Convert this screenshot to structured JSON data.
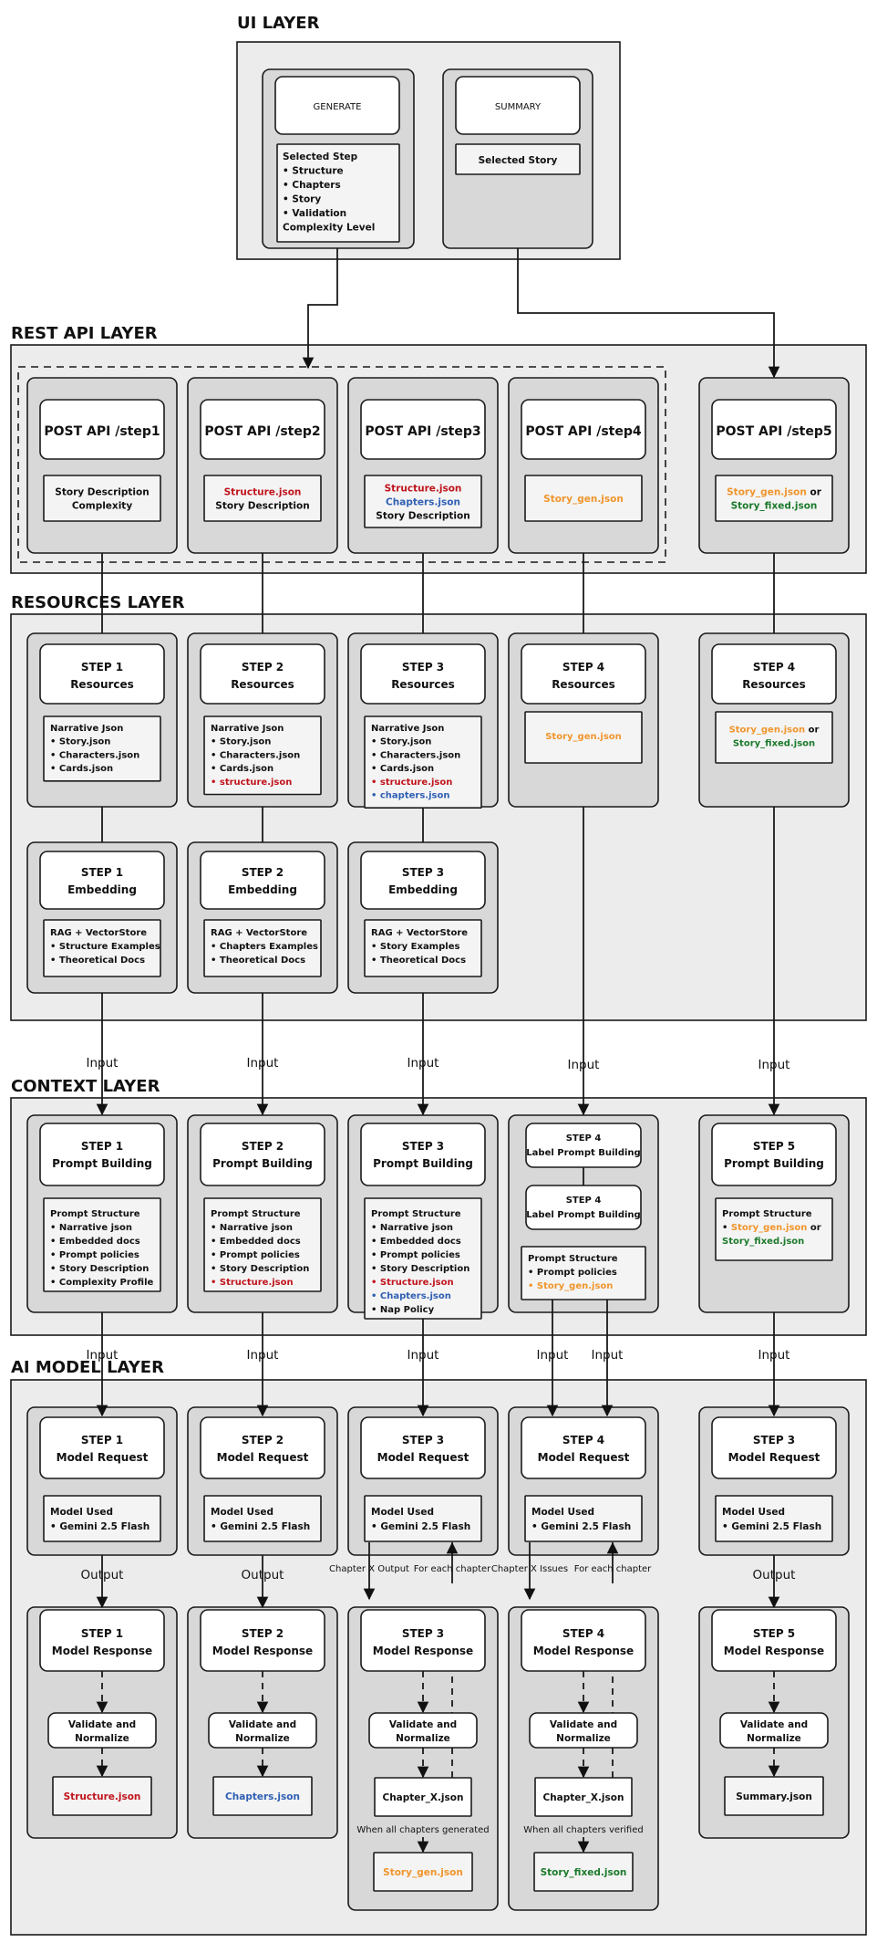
{
  "layers": {
    "ui": "UI LAYER",
    "rest": "REST API LAYER",
    "resources": "RESOURCES LAYER",
    "context": "CONTEXT LAYER",
    "ai": "AI MODEL LAYER"
  },
  "ui": {
    "generate": "GENERATE",
    "summary": "SUMMARY",
    "generate_panel": [
      "Selected Step",
      "•  Structure",
      "•  Chapters",
      "•  Story",
      "•  Validation",
      "Complexity Level"
    ],
    "summary_panel": [
      "Selected Story"
    ]
  },
  "edge_labels": {
    "input": "Input",
    "output": "Output",
    "chapter_x_output": "Chapter X Output",
    "for_each_chapter": "For each chapter",
    "chapter_x_issues": "Chapter X Issues",
    "all_generated": "When all chapters generated",
    "all_verified": "When all chapters verified"
  },
  "columns": [
    {
      "api": "POST API /step1",
      "api_params": [
        [
          {
            "t": "Story Description",
            "c": "dark"
          }
        ],
        [
          {
            "t": "Complexity",
            "c": "dark"
          }
        ]
      ],
      "resources": [
        "STEP 1",
        "Resources"
      ],
      "resources_list": [
        [
          {
            "t": "Narrative Json",
            "c": "dark"
          }
        ],
        [
          {
            "t": "•  Story.json",
            "c": "dark"
          }
        ],
        [
          {
            "t": "•  Characters.json",
            "c": "dark"
          }
        ],
        [
          {
            "t": "•  Cards.json",
            "c": "dark"
          }
        ]
      ],
      "embedding": [
        "STEP 1",
        "Embedding"
      ],
      "embedding_list": [
        [
          {
            "t": "RAG + VectorStore",
            "c": "dark"
          }
        ],
        [
          {
            "t": "•  Structure Examples",
            "c": "dark"
          }
        ],
        [
          {
            "t": "•  Theoretical Docs",
            "c": "dark"
          }
        ]
      ],
      "prompt": [
        "STEP 1",
        "Prompt Building"
      ],
      "prompt_list": [
        [
          {
            "t": "Prompt Structure",
            "c": "dark"
          }
        ],
        [
          {
            "t": "•  Narrative json",
            "c": "dark"
          }
        ],
        [
          {
            "t": "•  Embedded docs",
            "c": "dark"
          }
        ],
        [
          {
            "t": "•  Prompt policies",
            "c": "dark"
          }
        ],
        [
          {
            "t": "•  Story Description",
            "c": "dark"
          }
        ],
        [
          {
            "t": "•  Complexity Profile",
            "c": "dark"
          }
        ]
      ],
      "request": [
        "STEP 1",
        "Model Request"
      ],
      "model": [
        [
          {
            "t": "Model Used",
            "c": "dark"
          }
        ],
        [
          {
            "t": "•  Gemini 2.5 Flash",
            "c": "dark"
          }
        ]
      ],
      "response": [
        "STEP 1",
        "Model Response"
      ],
      "validate": [
        "Validate and",
        "Normalize"
      ],
      "result": [
        [
          {
            "t": "Structure.json",
            "c": "red"
          }
        ]
      ]
    },
    {
      "api": "POST API /step2",
      "api_params": [
        [
          {
            "t": "Structure.json",
            "c": "red"
          }
        ],
        [
          {
            "t": "Story Description",
            "c": "dark"
          }
        ]
      ],
      "resources": [
        "STEP 2",
        "Resources"
      ],
      "resources_list": [
        [
          {
            "t": "Narrative Json",
            "c": "dark"
          }
        ],
        [
          {
            "t": "•  Story.json",
            "c": "dark"
          }
        ],
        [
          {
            "t": "•  Characters.json",
            "c": "dark"
          }
        ],
        [
          {
            "t": "•  Cards.json",
            "c": "dark"
          }
        ],
        [
          {
            "t": "•  structure.json",
            "c": "red"
          }
        ]
      ],
      "embedding": [
        "STEP 2",
        "Embedding"
      ],
      "embedding_list": [
        [
          {
            "t": "RAG + VectorStore",
            "c": "dark"
          }
        ],
        [
          {
            "t": "•  Chapters Examples",
            "c": "dark"
          }
        ],
        [
          {
            "t": "•  Theoretical Docs",
            "c": "dark"
          }
        ]
      ],
      "prompt": [
        "STEP 2",
        "Prompt Building"
      ],
      "prompt_list": [
        [
          {
            "t": "Prompt Structure",
            "c": "dark"
          }
        ],
        [
          {
            "t": "•  Narrative json",
            "c": "dark"
          }
        ],
        [
          {
            "t": "•  Embedded docs",
            "c": "dark"
          }
        ],
        [
          {
            "t": "•  Prompt policies",
            "c": "dark"
          }
        ],
        [
          {
            "t": "•  Story Description",
            "c": "dark"
          }
        ],
        [
          {
            "t": "•  Structure.json",
            "c": "red"
          }
        ]
      ],
      "request": [
        "STEP 2",
        "Model Request"
      ],
      "model": [
        [
          {
            "t": "Model Used",
            "c": "dark"
          }
        ],
        [
          {
            "t": "•  Gemini 2.5 Flash",
            "c": "dark"
          }
        ]
      ],
      "response": [
        "STEP 2",
        "Model Response"
      ],
      "validate": [
        "Validate and",
        "Normalize"
      ],
      "result": [
        [
          {
            "t": "Chapters.json",
            "c": "blue"
          }
        ]
      ]
    },
    {
      "api": "POST API /step3",
      "api_params": [
        [
          {
            "t": "Structure.json",
            "c": "red"
          }
        ],
        [
          {
            "t": "Chapters.json",
            "c": "blue"
          }
        ],
        [
          {
            "t": "Story Description",
            "c": "dark"
          }
        ]
      ],
      "resources": [
        "STEP 3",
        "Resources"
      ],
      "resources_list": [
        [
          {
            "t": "Narrative Json",
            "c": "dark"
          }
        ],
        [
          {
            "t": "•  Story.json",
            "c": "dark"
          }
        ],
        [
          {
            "t": "•  Characters.json",
            "c": "dark"
          }
        ],
        [
          {
            "t": "•  Cards.json",
            "c": "dark"
          }
        ],
        [
          {
            "t": "•  structure.json",
            "c": "red"
          }
        ],
        [
          {
            "t": "•  chapters.json",
            "c": "blue"
          }
        ]
      ],
      "embedding": [
        "STEP 3",
        "Embedding"
      ],
      "embedding_list": [
        [
          {
            "t": "RAG + VectorStore",
            "c": "dark"
          }
        ],
        [
          {
            "t": "•  Story Examples",
            "c": "dark"
          }
        ],
        [
          {
            "t": "•  Theoretical Docs",
            "c": "dark"
          }
        ]
      ],
      "prompt": [
        "STEP 3",
        "Prompt Building"
      ],
      "prompt_list": [
        [
          {
            "t": "Prompt Structure",
            "c": "dark"
          }
        ],
        [
          {
            "t": "•  Narrative json",
            "c": "dark"
          }
        ],
        [
          {
            "t": "•  Embedded docs",
            "c": "dark"
          }
        ],
        [
          {
            "t": "•  Prompt policies",
            "c": "dark"
          }
        ],
        [
          {
            "t": "•  Story Description",
            "c": "dark"
          }
        ],
        [
          {
            "t": "•  Structure.json",
            "c": "red"
          }
        ],
        [
          {
            "t": "•  Chapters.json",
            "c": "blue"
          }
        ],
        [
          {
            "t": "•  Nap Policy",
            "c": "dark"
          }
        ]
      ],
      "request": [
        "STEP 3",
        "Model Request"
      ],
      "model": [
        [
          {
            "t": "Model Used",
            "c": "dark"
          }
        ],
        [
          {
            "t": "•  Gemini 2.5 Flash",
            "c": "dark"
          }
        ]
      ],
      "response": [
        "STEP 3",
        "Model Response"
      ],
      "validate": [
        "Validate and",
        "Normalize"
      ],
      "chapter": "Chapter_X.json",
      "result": [
        [
          {
            "t": "Story_gen.json",
            "c": "orange"
          }
        ]
      ]
    },
    {
      "api": "POST API /step4",
      "api_params": [
        [
          {
            "t": "Story_gen.json",
            "c": "orange"
          }
        ]
      ],
      "resources": [
        "STEP 4",
        "Resources"
      ],
      "resources_list": [
        [
          {
            "t": "Story_gen.json",
            "c": "orange"
          }
        ]
      ],
      "prompt_a": [
        "STEP 4",
        "Label Prompt Building"
      ],
      "prompt_b": [
        "STEP 4",
        "Label Prompt Building"
      ],
      "prompt_list": [
        [
          {
            "t": "Prompt Structure",
            "c": "dark"
          }
        ],
        [
          {
            "t": "•  Prompt policies",
            "c": "dark"
          }
        ],
        [
          {
            "t": "•  Story_gen.json",
            "c": "orange"
          }
        ]
      ],
      "request": [
        "STEP 4",
        "Model Request"
      ],
      "model": [
        [
          {
            "t": "Model Used",
            "c": "dark"
          }
        ],
        [
          {
            "t": "•  Gemini 2.5 Flash",
            "c": "dark"
          }
        ]
      ],
      "response": [
        "STEP 4",
        "Model Response"
      ],
      "validate": [
        "Validate and",
        "Normalize"
      ],
      "chapter": "Chapter_X.json",
      "result": [
        [
          {
            "t": "Story_fixed.json",
            "c": "green"
          }
        ]
      ]
    },
    {
      "api": "POST API /step5",
      "api_params": [
        [
          {
            "t": "Story_gen.json",
            "c": "orange"
          },
          {
            "t": " or",
            "c": "dark"
          }
        ],
        [
          {
            "t": "Story_fixed.json",
            "c": "green"
          }
        ]
      ],
      "resources": [
        "STEP 4",
        "Resources"
      ],
      "resources_list": [
        [
          {
            "t": "Story_gen.json",
            "c": "orange"
          },
          {
            "t": " or",
            "c": "dark"
          }
        ],
        [
          {
            "t": "Story_fixed.json",
            "c": "green"
          }
        ]
      ],
      "prompt": [
        "STEP 5",
        "Prompt Building"
      ],
      "prompt_list": [
        [
          {
            "t": "Prompt Structure",
            "c": "dark"
          }
        ],
        [
          {
            "t": "•  ",
            "c": "dark"
          },
          {
            "t": "Story_gen.json",
            "c": "orange"
          },
          {
            "t": " or",
            "c": "dark"
          }
        ],
        [
          {
            "t": "    ",
            "c": "dark"
          },
          {
            "t": "Story_fixed.json",
            "c": "green"
          }
        ]
      ],
      "request": [
        "STEP 3",
        "Model Request"
      ],
      "model": [
        [
          {
            "t": "Model Used",
            "c": "dark"
          }
        ],
        [
          {
            "t": "•  Gemini 2.5 Flash",
            "c": "dark"
          }
        ]
      ],
      "response": [
        "STEP 5",
        "Model Response"
      ],
      "validate": [
        "Validate and",
        "Normalize"
      ],
      "result": [
        [
          {
            "t": "Summary.json",
            "c": "dark"
          }
        ]
      ]
    }
  ]
}
